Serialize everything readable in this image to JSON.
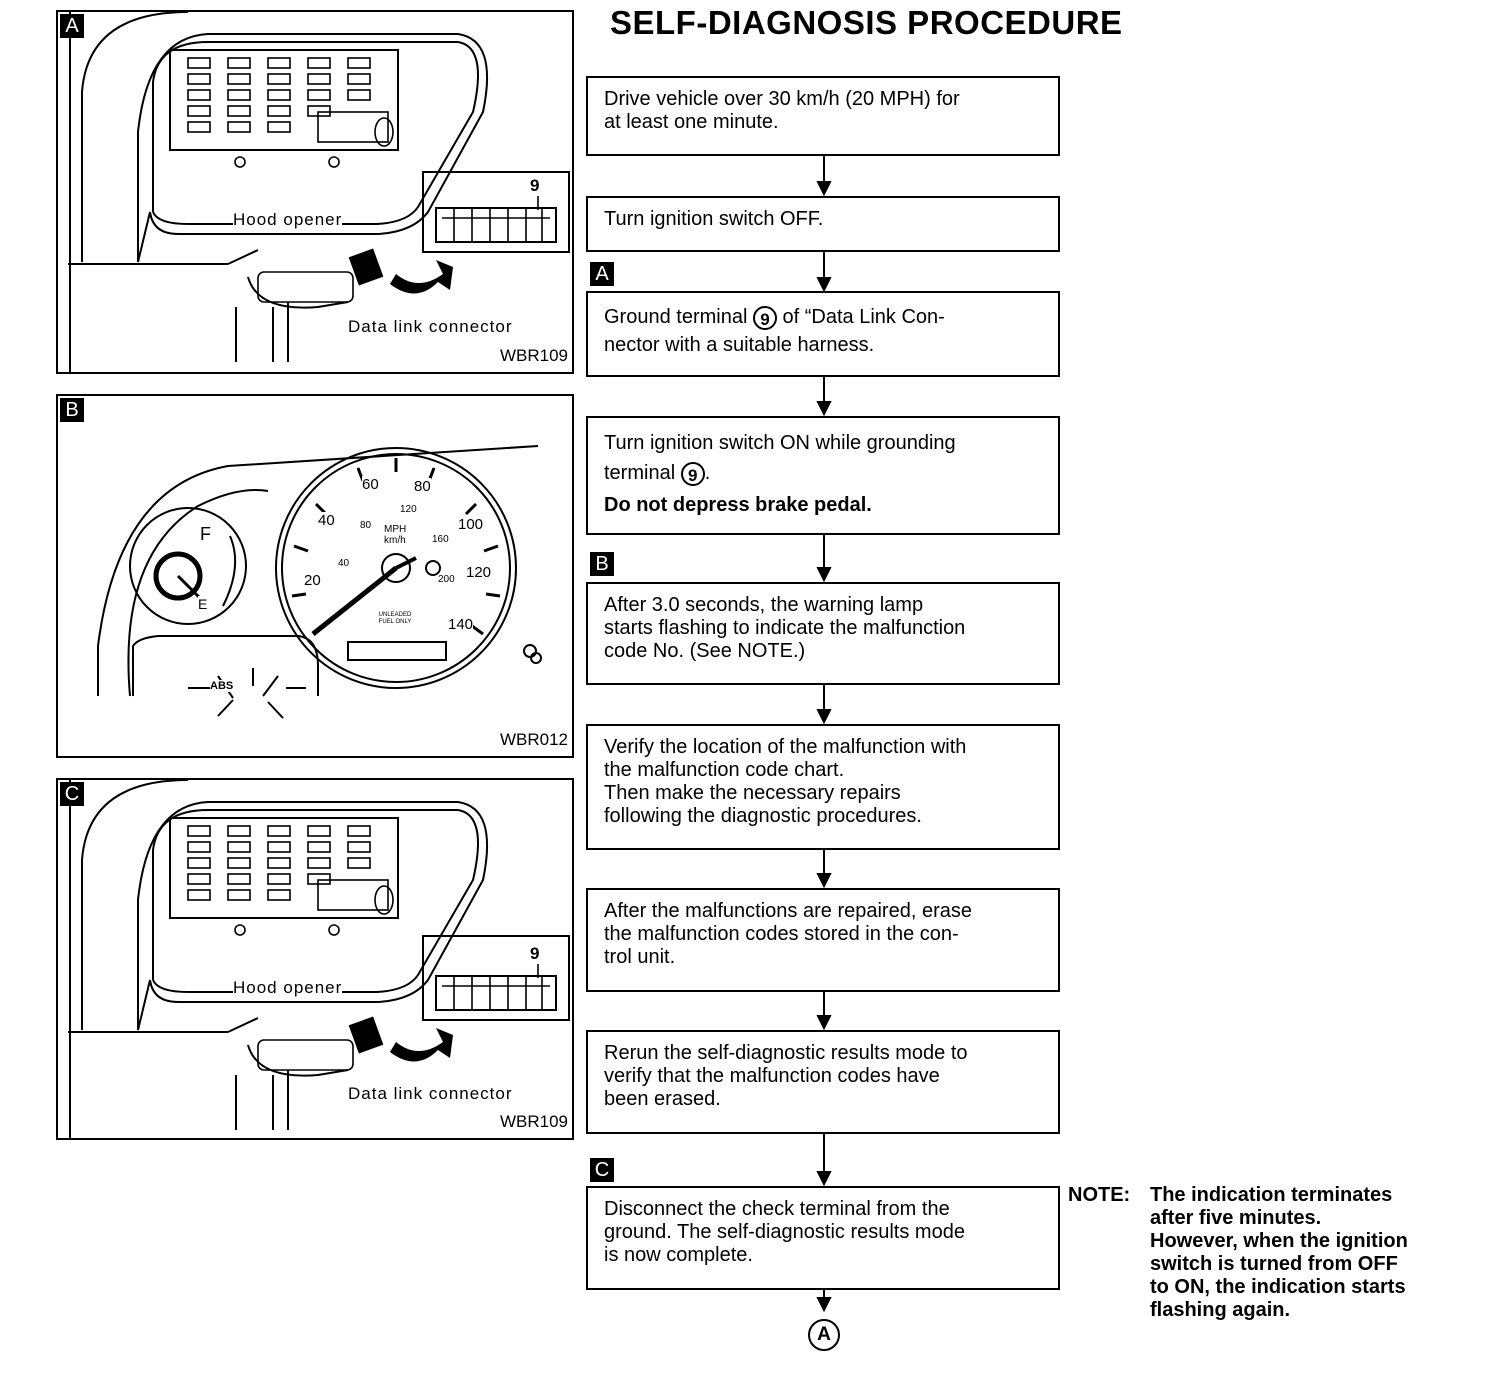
{
  "title": "SELF-DIAGNOSIS PROCEDURE",
  "panels": [
    {
      "badge": "A",
      "code": "WBR109",
      "hood_label": "Hood opener",
      "connector_label": "Data link connector",
      "pin": "9"
    },
    {
      "badge": "B",
      "code": "WBR012",
      "gauge": {
        "fuel_f": "F",
        "fuel_e": "E",
        "speeds": [
          "20",
          "40",
          "60",
          "80",
          "100",
          "120",
          "140"
        ],
        "kmh": [
          "40",
          "80",
          "120",
          "160",
          "200"
        ],
        "unit_top": "MPH",
        "unit_bottom": "km/h",
        "fuel_note": "UNLEADED FUEL ONLY",
        "abs": "ABS"
      }
    },
    {
      "badge": "C",
      "code": "WBR109",
      "hood_label": "Hood opener",
      "connector_label": "Data link connector",
      "pin": "9"
    }
  ],
  "steps": [
    {
      "lines": [
        "Drive vehicle over 30 km/h (20 MPH) for",
        "at least one minute."
      ]
    },
    {
      "lines": [
        "Turn ignition switch OFF."
      ]
    },
    {
      "marker": "A",
      "text_before": "Ground terminal",
      "terminal": "9",
      "text_after": "of “Data Link Con-",
      "line2": "nector with a suitable harness."
    },
    {
      "line1": "Turn ignition switch ON while grounding",
      "text_before": "terminal",
      "terminal": "9",
      "bold": "Do not depress brake pedal."
    },
    {
      "marker": "B",
      "lines": [
        "After 3.0 seconds, the warning lamp",
        "starts flashing to indicate the malfunction",
        "code No. (See NOTE.)"
      ]
    },
    {
      "lines": [
        "Verify the location of the malfunction with",
        "the malfunction code chart.",
        "Then make the necessary repairs",
        "following the diagnostic procedures."
      ]
    },
    {
      "lines": [
        "After the malfunctions are repaired, erase",
        "the malfunction codes stored in the con-",
        "trol unit."
      ]
    },
    {
      "lines": [
        "Rerun the self-diagnostic results mode to",
        "verify that the malfunction codes have",
        "been erased."
      ]
    },
    {
      "marker": "C",
      "lines": [
        "Disconnect the check terminal from the",
        "ground. The self-diagnostic results mode",
        "is now complete."
      ]
    }
  ],
  "end_connector": "A",
  "note": {
    "label": "NOTE:",
    "lines": [
      "The indication terminates",
      "after five minutes.",
      "However, when the ignition",
      "switch is turned from OFF",
      "to ON, the indication starts",
      "flashing again."
    ]
  }
}
